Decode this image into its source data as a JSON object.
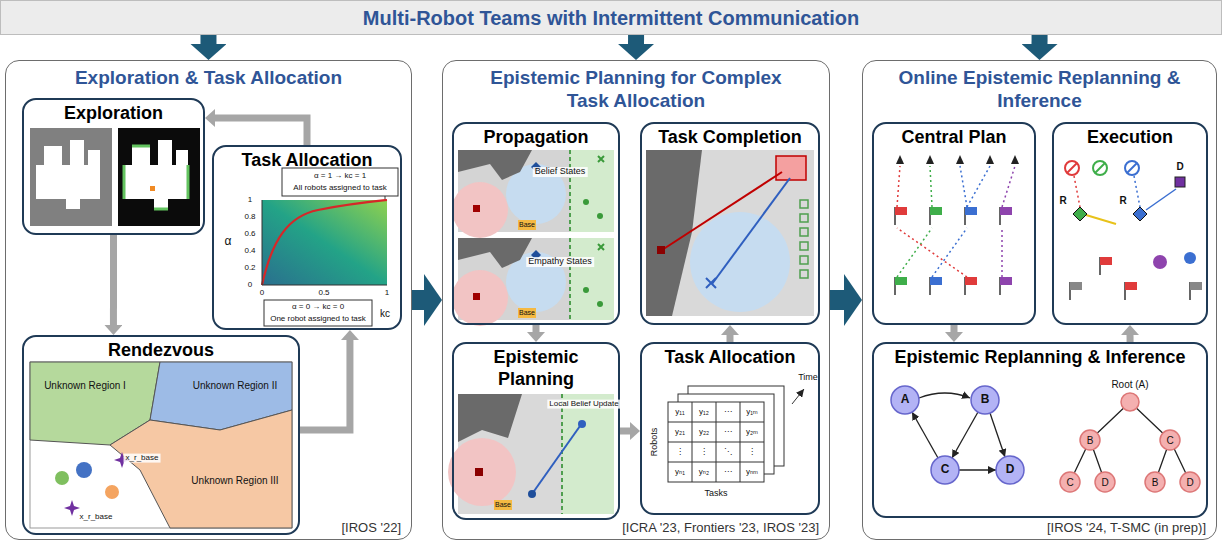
{
  "diagram": {
    "nodes": [
      {
        "text": [
          "Multi-Robot Teams with Intermittent Communication"
        ]
      },
      {
        "text": [
          "Exploration & Task Allocation",
          "[IROS '22]"
        ]
      },
      {
        "text": [
          "Exploration"
        ],
        "in": 1
      },
      {
        "text": [
          "Task Allocation"
        ],
        "in": 1
      },
      {
        "text": [
          "Rendezvous"
        ],
        "in": 1
      },
      {
        "text": [
          "Epistemic Planning for Complex Task Allocation",
          "[ICRA '23, Frontiers '23, IROS '23]"
        ]
      },
      {
        "text": [
          "Propagation"
        ],
        "in": 5
      },
      {
        "text": [
          "Task Completion"
        ],
        "in": 5
      },
      {
        "text": [
          "Epistemic Planning"
        ],
        "in": 5
      },
      {
        "text": [
          "Task Allocation"
        ],
        "in": 5
      },
      {
        "text": [
          "Online Epistemic Replanning & Inference",
          "[IROS '24, T-SMC (in prep)]"
        ]
      },
      {
        "text": [
          "Central Plan"
        ],
        "in": 10
      },
      {
        "text": [
          "Execution"
        ],
        "in": 10
      },
      {
        "text": [
          "Epistemic Replanning & Inference"
        ],
        "in": 10
      }
    ],
    "edges": [
      {
        "from": 0,
        "to": 1,
        "arrow": "to"
      },
      {
        "from": 0,
        "to": 5,
        "arrow": "to"
      },
      {
        "from": 0,
        "to": 10,
        "arrow": "to"
      },
      {
        "from": 1,
        "to": 5,
        "arrow": "to"
      },
      {
        "from": 5,
        "to": 10,
        "arrow": "to"
      },
      {
        "from": 2,
        "to": 4,
        "arrow": "to"
      },
      {
        "from": 4,
        "to": 3,
        "arrow": "to"
      },
      {
        "from": 3,
        "to": 2,
        "arrow": "to"
      },
      {
        "from": 6,
        "to": 8,
        "arrow": "to"
      },
      {
        "from": 8,
        "to": 9,
        "arrow": "to"
      },
      {
        "from": 9,
        "to": 7,
        "arrow": "to"
      },
      {
        "from": 11,
        "to": 13,
        "arrow": "to"
      },
      {
        "from": 13,
        "to": 12,
        "arrow": "to"
      }
    ],
    "labels": [
      "Unknown Region I",
      "Unknown Region II",
      "Unknown Region III",
      "x_r_base",
      "x_r_base",
      "α = 1 → kc = 1",
      "All robots assigned to task",
      "α = 0 → kc = 0",
      "One robot assigned to task",
      "α",
      "kc",
      "0",
      "0.5",
      "1",
      "0",
      "0.2",
      "0.4",
      "0.6",
      "0.8",
      "1",
      "Belief States",
      "Base",
      "Empathy States",
      "Base",
      "Local Belief Update",
      "Base",
      "Robots",
      "Tasks",
      "Time",
      "y₁₁",
      "y₁₂",
      "⋯",
      "y₁ₘ",
      "y₂₁",
      "y₂₂",
      "⋯",
      "y₂ₘ",
      "⋮",
      "⋮",
      "⋱",
      "⋮",
      "yₙ₁",
      "yₙ₂",
      "⋯",
      "yₙₘ",
      "D",
      "R",
      "R",
      "A",
      "B",
      "C",
      "D",
      "Root (A)",
      "B",
      "C",
      "C",
      "D",
      "B",
      "D"
    ]
  }
}
